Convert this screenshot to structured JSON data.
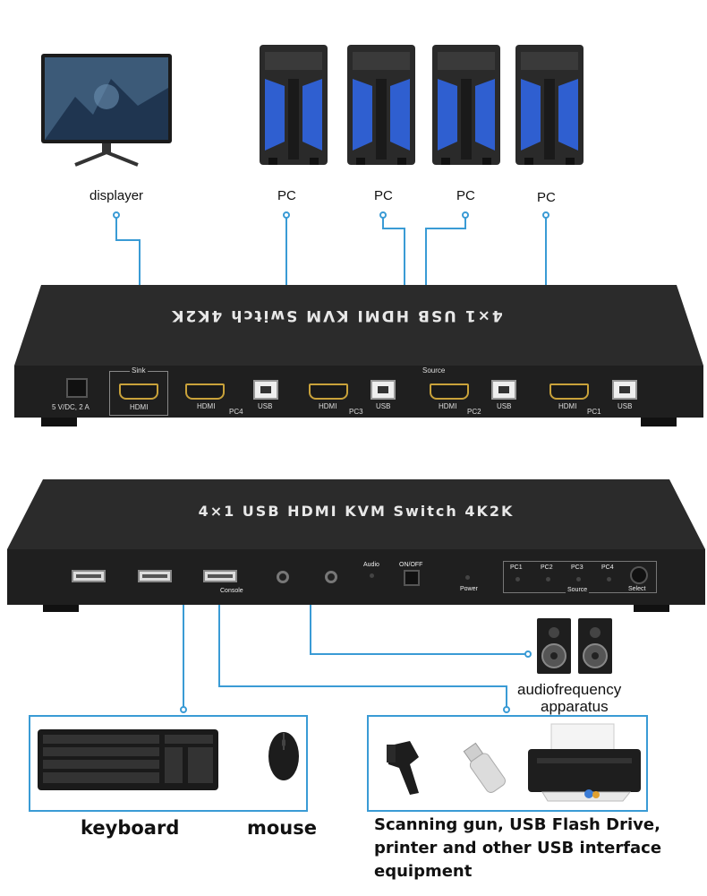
{
  "top_labels": {
    "displayer": "displayer",
    "pc1": "PC",
    "pc2": "PC",
    "pc3": "PC",
    "pc4": "PC"
  },
  "rear_panel": {
    "title": "4×1 USB HDMI KVM Switch 4K2K",
    "power_spec": "5 V/DC, 2 A",
    "sink_label": "Sink",
    "source_label": "Source",
    "hdmi": "HDMI",
    "usb": "USB",
    "pc4": "PC4",
    "pc3": "PC3",
    "pc2": "PC2",
    "pc1": "PC1"
  },
  "front_panel": {
    "title": "4×1 USB HDMI KVM Switch 4K2K",
    "console_label": "Console",
    "audio_label": "Audio",
    "onoff_label": "ON/OFF",
    "power_label": "Power",
    "pc1": "PC1",
    "pc2": "PC2",
    "pc3": "PC3",
    "pc4": "PC4",
    "source_label": "Source",
    "select_label": "Select"
  },
  "audio_label_1": "audiofrequency",
  "audio_label_2": "apparatus",
  "keyboard_label": "keyboard",
  "mouse_label": "mouse",
  "usb_devices_label_1": "Scanning gun, USB Flash Drive,",
  "usb_devices_label_2": "printer and other USB interface",
  "usb_devices_label_3": "equipment",
  "colors": {
    "line": "#3a9bd5",
    "box": "#3a9bd5",
    "device": "#2a2a2a",
    "accent_blue": "#2f5fd0"
  },
  "icons": [
    "monitor-icon",
    "pc-tower-icon",
    "keyboard-icon",
    "mouse-icon",
    "speaker-icon",
    "barcode-scanner-icon",
    "usb-flash-drive-icon",
    "printer-icon"
  ]
}
